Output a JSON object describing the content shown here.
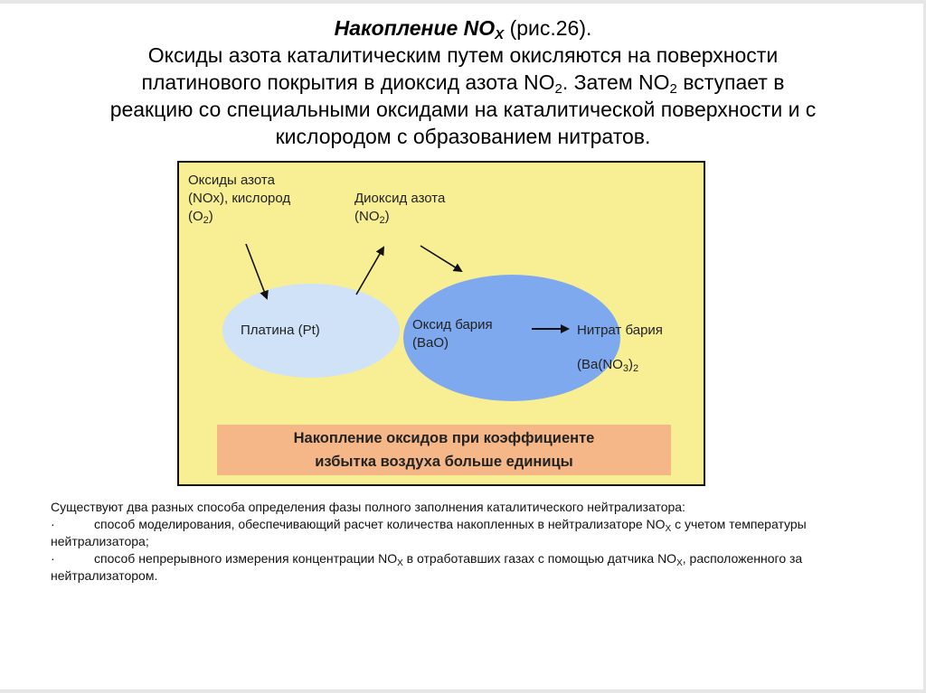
{
  "heading": {
    "title_prefix": "Накопление NO",
    "title_sub": "X",
    "title_suffix": " (рис.26).",
    "line1": "Оксиды азота каталитическим путем окисляются на поверхности",
    "line2_a": "платинового покрытия в диоксид азота NO",
    "line2_sub1": "2",
    "line2_b": ". Затем NO",
    "line2_sub2": "2",
    "line2_c": " вступает в",
    "line3": "реакцию со специальными оксидами на каталитической поверхности и с",
    "line4": "кислородом с образованием нитратов."
  },
  "diagram": {
    "colors": {
      "background": "#f8ef95",
      "platinum_ellipse": "#cfe2f7",
      "barium_ellipse": "#7fa9ee",
      "banner": "#f5b788"
    },
    "input_label": {
      "line1": "Оксиды азота",
      "line2": "(NOx), кислород",
      "line3_a": "(O",
      "line3_sub": "2",
      "line3_b": ")"
    },
    "dioxide_label": {
      "line1": "Диоксид азота",
      "line2_a": "(NO",
      "line2_sub": "2",
      "line2_b": ")"
    },
    "platinum_label": "Платина (Pt)",
    "barium_oxide_label": {
      "line1": "Оксид бария",
      "line2": "(BaO)"
    },
    "barium_nitrate_label": {
      "line1": "Нитрат бария",
      "line2_a": "(Ba(NO",
      "line2_sub1": "3",
      "line2_b": ")",
      "line2_sub2": "2"
    },
    "banner": {
      "line1": "Накопление оксидов при коэффициенте",
      "line2": "избытка воздуха больше единицы"
    }
  },
  "body": {
    "intro": "Существуют два разных способа определения фазы полного заполнения каталитического нейтрализатора:",
    "bullet_symbol": "·",
    "item1_a": "способ моделирования, обеспечивающий расчет количества накопленных в нейтрализаторе NO",
    "item1_sub": "X",
    "item1_b": " с учетом температуры нейтрализатора;",
    "item2_a": "способ непрерывного измерения концентрации NO",
    "item2_sub1": "X",
    "item2_b": " в отработавших газах с помощью датчика  NO",
    "item2_sub2": "X",
    "item2_c": ", расположенного за нейтрализатором."
  }
}
